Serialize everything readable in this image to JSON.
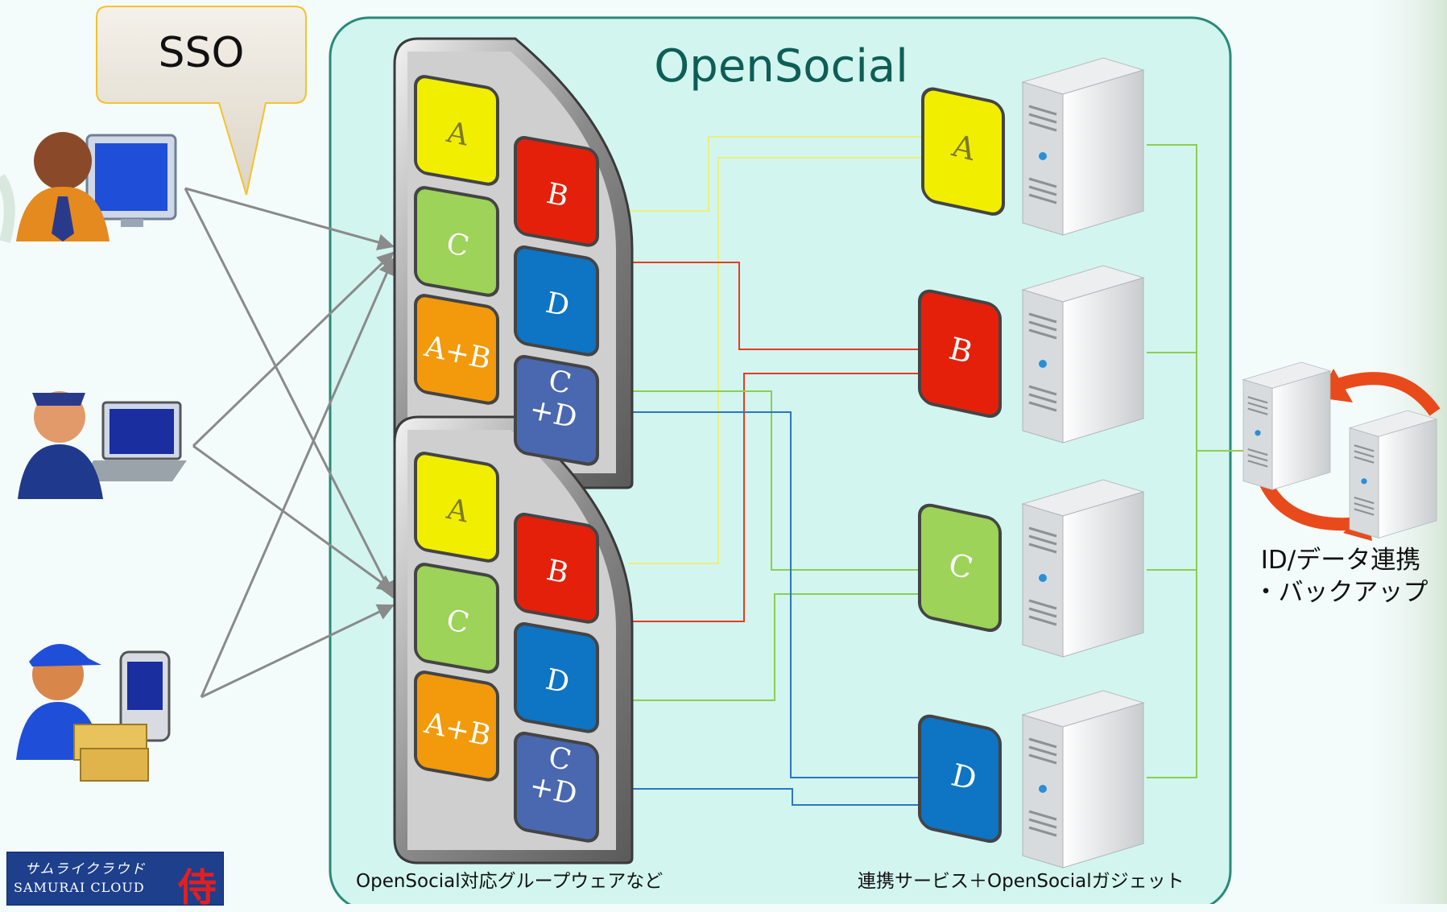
{
  "sso_label": "SSO",
  "title": "OpenSocial",
  "groupware": {
    "tiles": [
      "A",
      "B",
      "C",
      "D",
      "A+B",
      "C\n+D"
    ]
  },
  "services": [
    "A",
    "B",
    "C",
    "D"
  ],
  "caption_left": "OpenSocial対応グループウェアなど",
  "caption_right": "連携サービス＋OpenSocialガジェット",
  "sync_label": "ID/データ連携\n・バックアップ",
  "logo": {
    "kana": "サムライクラウド",
    "en": "SAMURAI CLOUD",
    "kanji": "侍"
  },
  "colors": {
    "A": "#f2ee00",
    "B": "#e4200a",
    "C": "#9cd358",
    "D": "#0e74c4",
    "A+B": "#f29a0c",
    "C+D": "#4a68b0",
    "panel": "#d2f5f0",
    "panel_border": "#2a8a78",
    "title": "#0e5e56"
  },
  "icons": [
    "business-user-icon",
    "flight-attendant-user-icon",
    "delivery-user-icon",
    "server-icon",
    "sync-servers-icon"
  ]
}
